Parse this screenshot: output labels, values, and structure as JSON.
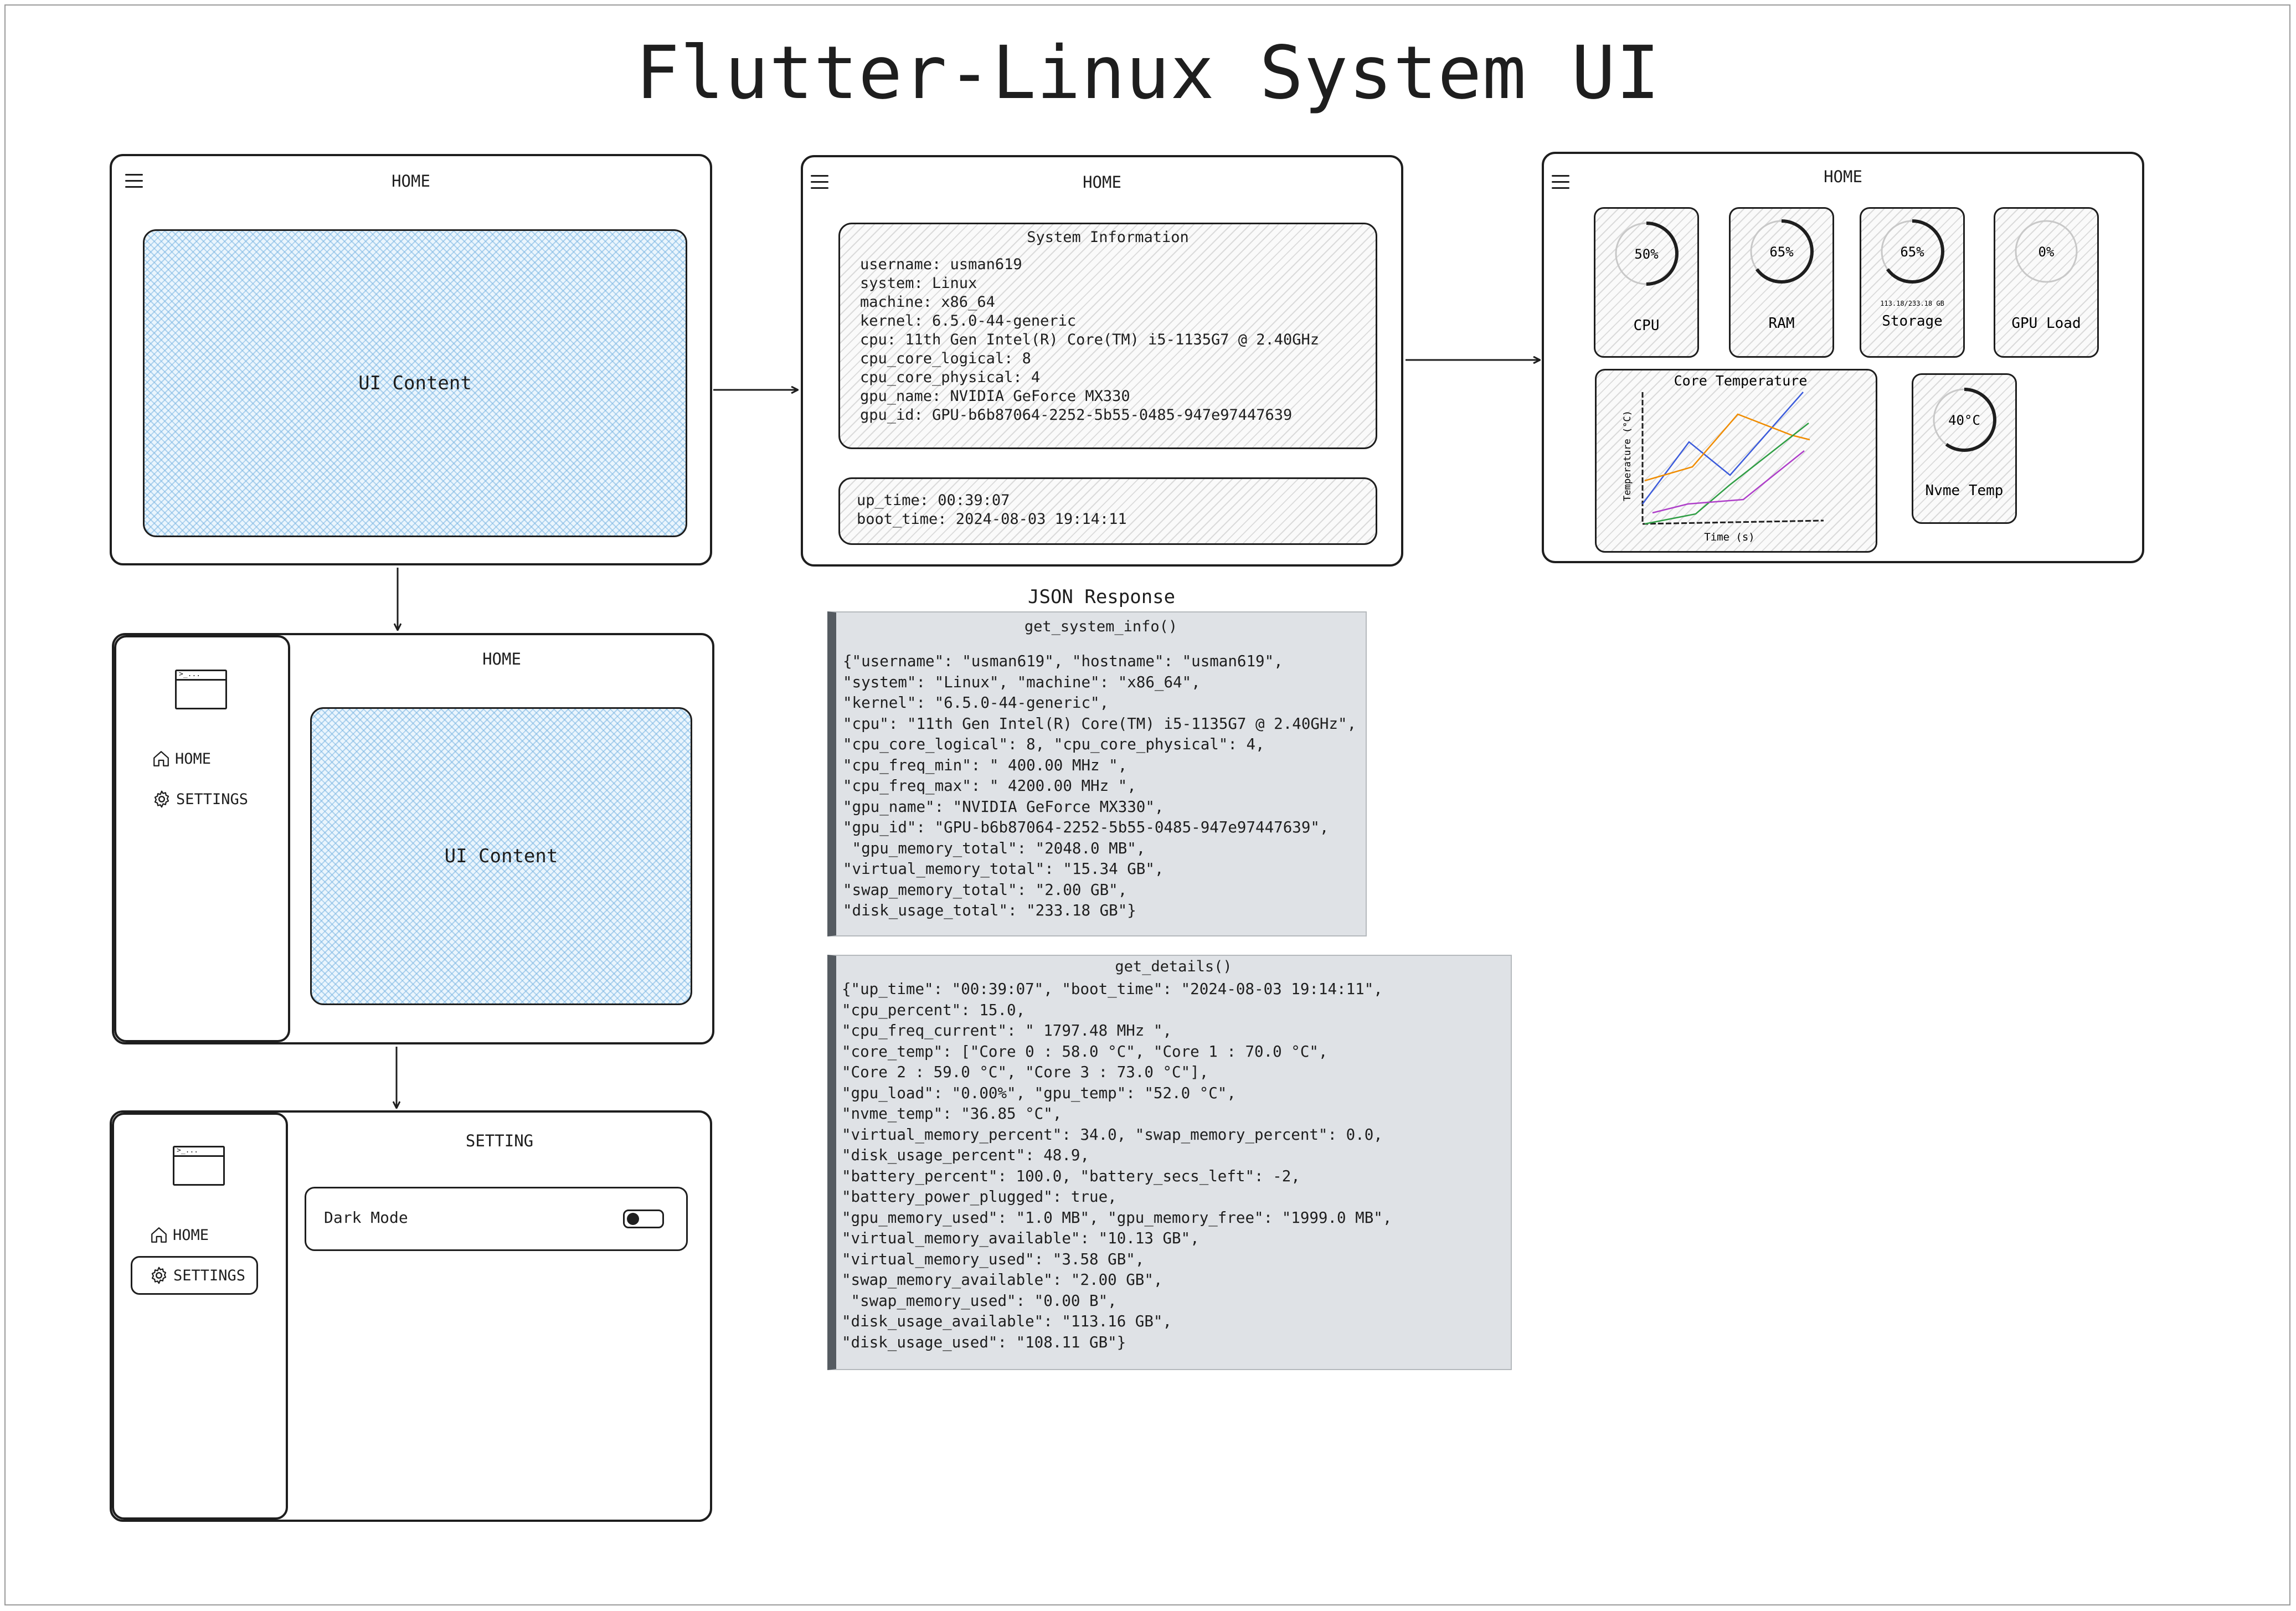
{
  "title": "Flutter-Linux System UI",
  "screens": {
    "home_basic": {
      "title": "HOME",
      "content": "UI Content"
    },
    "home_sysinfo": {
      "title": "HOME",
      "info_title": "System Information",
      "info_lines": [
        "username: usman619",
        "system: Linux",
        "machine: x86_64",
        "kernel: 6.5.0-44-generic",
        "cpu: 11th Gen Intel(R) Core(TM) i5-1135G7 @ 2.40GHz",
        "cpu_core_logical: 8",
        "cpu_core_physical: 4",
        "gpu_name: NVIDIA GeForce MX330",
        "gpu_id: GPU-b6b87064-2252-5b55-0485-947e97447639"
      ],
      "time_lines": [
        "up_time: 00:39:07",
        "boot_time: 2024-08-03 19:14:11"
      ]
    },
    "home_dashboard": {
      "title": "HOME",
      "gauges": [
        {
          "value": "50%",
          "label": "CPU",
          "fraction": 0.5
        },
        {
          "value": "65%",
          "label": "RAM",
          "fraction": 0.65
        },
        {
          "value": "65%",
          "label": "Storage",
          "sub": "113.18/233.18 GB",
          "fraction": 0.65
        },
        {
          "value": "0%",
          "label": "GPU Load",
          "fraction": 0
        }
      ],
      "nvme": {
        "value": "40°C",
        "label": "Nvme Temp",
        "fraction": 0.6
      },
      "chart_title": "Core Temperature",
      "chart_xlabel": "Time (s)",
      "chart_ylabel": "Temperature (°C)"
    },
    "home_sidebar": {
      "title": "HOME",
      "content": "UI Content",
      "nav": {
        "home": "HOME",
        "settings": "SETTINGS"
      }
    },
    "settings": {
      "title": "SETTING",
      "nav": {
        "home": "HOME",
        "settings": "SETTINGS"
      },
      "dark_mode_label": "Dark Mode",
      "dark_mode_on": false
    }
  },
  "json_response": {
    "heading": "JSON Response",
    "system_info": {
      "title": "get_system_info()",
      "lines": [
        "{\"username\": \"usman619\", \"hostname\": \"usman619\",",
        "\"system\": \"Linux\", \"machine\": \"x86_64\",",
        "\"kernel\": \"6.5.0-44-generic\",",
        "\"cpu\": \"11th Gen Intel(R) Core(TM) i5-1135G7 @ 2.40GHz\",",
        "\"cpu_core_logical\": 8, \"cpu_core_physical\": 4,",
        "\"cpu_freq_min\": \" 400.00 MHz \",",
        "\"cpu_freq_max\": \" 4200.00 MHz \",",
        "\"gpu_name\": \"NVIDIA GeForce MX330\",",
        "\"gpu_id\": \"GPU-b6b87064-2252-5b55-0485-947e97447639\",",
        " \"gpu_memory_total\": \"2048.0 MB\",",
        "\"virtual_memory_total\": \"15.34 GB\",",
        "\"swap_memory_total\": \"2.00 GB\",",
        "\"disk_usage_total\": \"233.18 GB\"}"
      ]
    },
    "details": {
      "title": "get_details()",
      "lines": [
        "{\"up_time\": \"00:39:07\", \"boot_time\": \"2024-08-03 19:14:11\",",
        "\"cpu_percent\": 15.0,",
        "\"cpu_freq_current\": \" 1797.48 MHz \",",
        "\"core_temp\": [\"Core 0 : 58.0 °C\", \"Core 1 : 70.0 °C\",",
        "\"Core 2 : 59.0 °C\", \"Core 3 : 73.0 °C\"],",
        "\"gpu_load\": \"0.00%\", \"gpu_temp\": \"52.0 °C\",",
        "\"nvme_temp\": \"36.85 °C\",",
        "\"virtual_memory_percent\": 34.0, \"swap_memory_percent\": 0.0,",
        "\"disk_usage_percent\": 48.9,",
        "\"battery_percent\": 100.0, \"battery_secs_left\": -2,",
        "\"battery_power_plugged\": true,",
        "\"gpu_memory_used\": \"1.0 MB\", \"gpu_memory_free\": \"1999.0 MB\",",
        "\"virtual_memory_available\": \"10.13 GB\",",
        "\"virtual_memory_used\": \"3.58 GB\",",
        "\"swap_memory_available\": \"2.00 GB\",",
        " \"swap_memory_used\": \"0.00 B\",",
        "\"disk_usage_available\": \"113.16 GB\",",
        "\"disk_usage_used\": \"108.11 GB\"}"
      ]
    }
  },
  "icons": {
    "menu": "hamburger-icon",
    "app": "terminal-window-icon",
    "home": "home-icon",
    "settings": "gear-icon"
  },
  "colors": {
    "content_fill": "#eaf5fd",
    "json_bg": "#dfe2e6",
    "json_bar": "#555b61",
    "series": [
      "#3b5bdb",
      "#f08c00",
      "#2f9e44",
      "#ae3ec9"
    ]
  }
}
